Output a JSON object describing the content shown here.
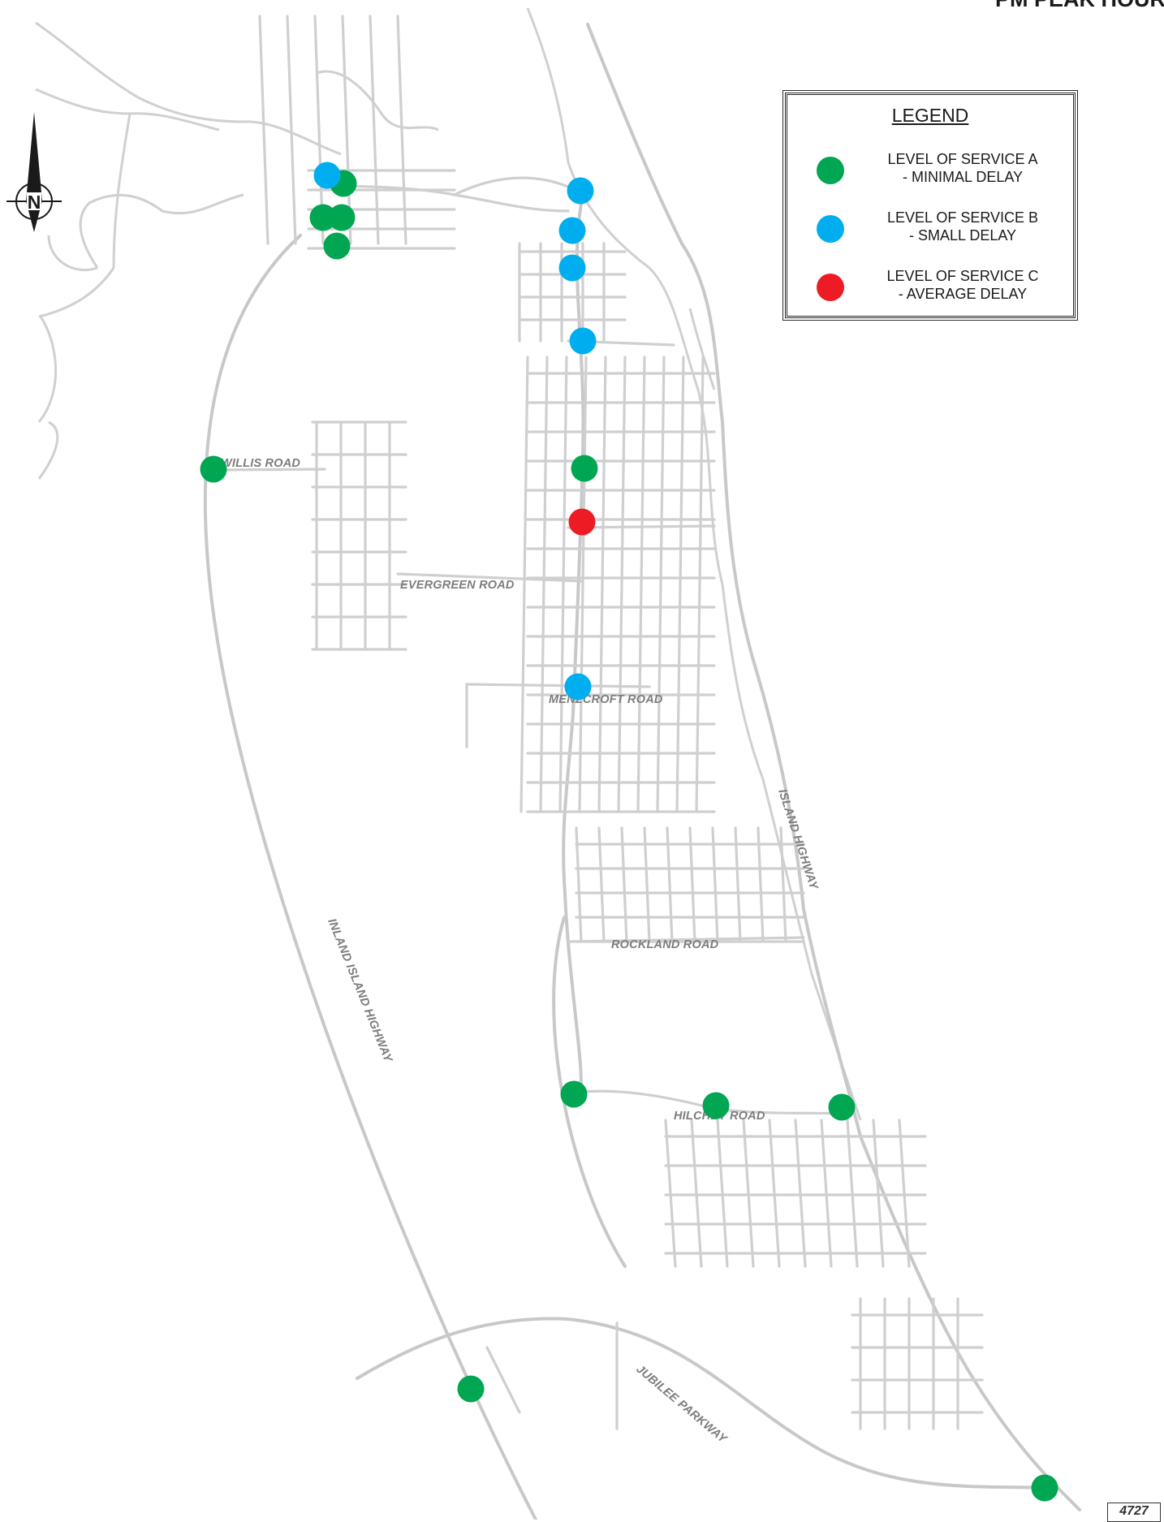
{
  "title": "PM PEAK HOUR",
  "legend": {
    "heading": "LEGEND",
    "items": [
      {
        "line1": "LEVEL OF SERVICE A",
        "line2": "- MINIMAL DELAY",
        "color": "#00a651"
      },
      {
        "line1": "LEVEL OF SERVICE B",
        "line2": "- SMALL DELAY",
        "color": "#00aeef"
      },
      {
        "line1": "LEVEL OF SERVICE C",
        "line2": "- AVERAGE DELAY",
        "color": "#ed1c24"
      }
    ]
  },
  "roads": {
    "willis": "WILLIS ROAD",
    "evergreen": "EVERGREEN ROAD",
    "menzies": "MENZCROFT ROAD",
    "island_hwy": "ISLAND HIGHWAY",
    "inland_hwy": "INLAND ISLAND HIGHWAY",
    "rockland": "ROCKLAND ROAD",
    "hilchey": "HILCHEY ROAD",
    "jubilee": "JUBILEE PARKWAY"
  },
  "compass": {
    "letter": "N"
  },
  "figure_number": "4727",
  "colors": {
    "service_a": "#00a651",
    "service_b": "#00aeef",
    "service_c": "#ed1c24",
    "road": "#cfcfd1"
  }
}
